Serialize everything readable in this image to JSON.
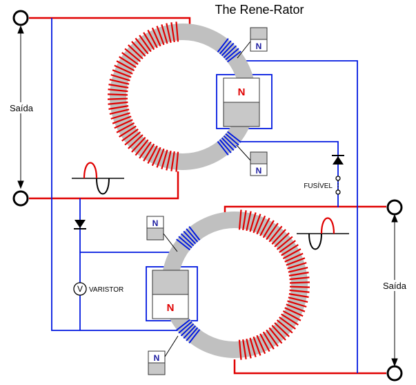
{
  "diagram": {
    "title": "The Rene-Rator",
    "output_label_left": "Saída",
    "output_label_right": "Saída",
    "fuse_label": "FUSÍVEL",
    "varistor_label": "VARISTOR",
    "voltmeter_symbol": "V",
    "magnet_pole": "N",
    "colors": {
      "red_wire": "#e00000",
      "blue_wire": "#0018e0",
      "core_grey": "#c0c0c0",
      "magnet_top": "#ffffff",
      "magnet_bottom": "#c8c8c8"
    }
  }
}
